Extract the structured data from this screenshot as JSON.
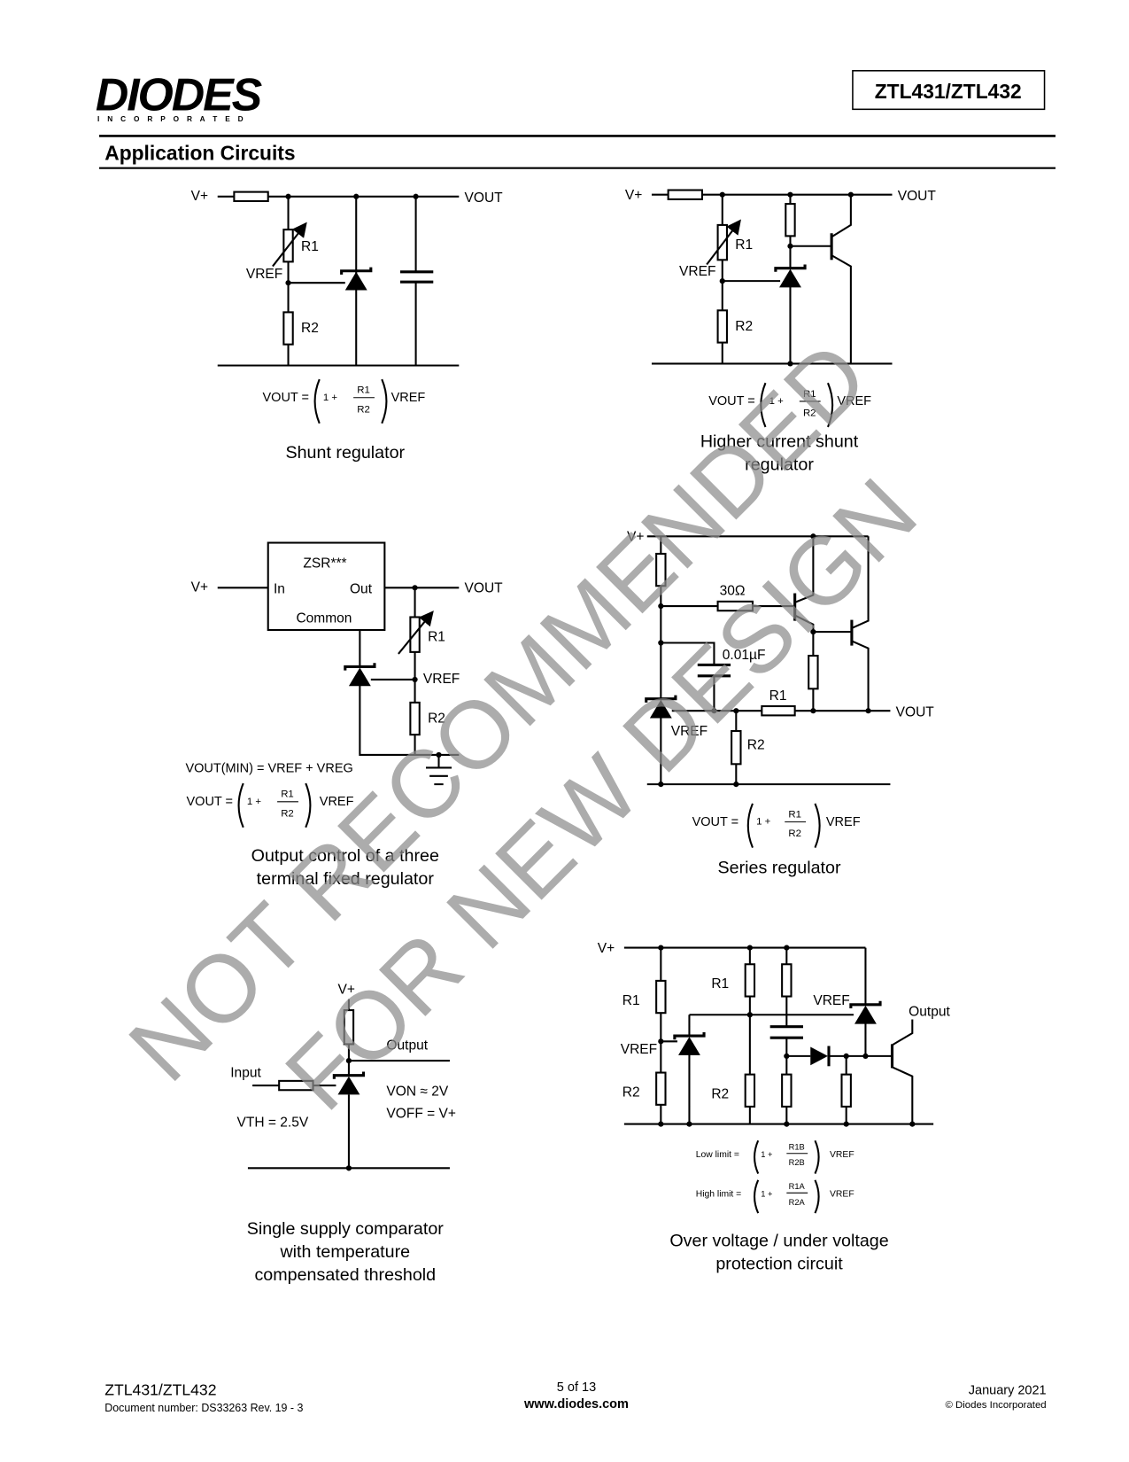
{
  "header": {
    "logo": "DIODES",
    "logo_sub": "I N C O R P O R A T E D",
    "part_number": "ZTL431/ZTL432",
    "brand_color": "#1d4f9e"
  },
  "section_title": "Application Circuits",
  "watermark": {
    "line1": "NOT RECOMMENDED",
    "line2": "FOR NEW DESIGN"
  },
  "circuits": {
    "shunt": {
      "vplus": "V+",
      "vout": "VOUT",
      "r1": "R1",
      "r2": "R2",
      "vref": "VREF",
      "formula": {
        "lhs": "VOUT =",
        "one_plus": "1 +",
        "num": "R1",
        "den": "R2",
        "rhs": "VREF"
      },
      "caption": "Shunt regulator"
    },
    "higher_current": {
      "vplus": "V+",
      "vout": "VOUT",
      "r1": "R1",
      "r2": "R2",
      "vref": "VREF",
      "formula": {
        "lhs": "VOUT =",
        "one_plus": "1 +",
        "num": "R1",
        "den": "R2",
        "rhs": "VREF"
      },
      "caption_line1": "Higher current shunt",
      "caption_line2": "regulator"
    },
    "output_control": {
      "vplus": "V+",
      "vout": "VOUT",
      "block_name": "ZSR***",
      "in": "In",
      "out": "Out",
      "common": "Common",
      "r1": "R1",
      "r2": "R2",
      "vref": "VREF",
      "formula_min": "VOUT(MIN) = VREF + VREG",
      "formula": {
        "lhs": "VOUT =",
        "one_plus": "1 +",
        "num": "R1",
        "den": "R2",
        "rhs": "VREF"
      },
      "caption_line1": "Output control of a three",
      "caption_line2": "terminal fixed regulator"
    },
    "series": {
      "vplus": "V+",
      "vout": "VOUT",
      "r_base": "30Ω",
      "cap": "0.01µF",
      "r1": "R1",
      "r2": "R2",
      "vref": "VREF",
      "formula": {
        "lhs": "VOUT =",
        "one_plus": "1 +",
        "num": "R1",
        "den": "R2",
        "rhs": "VREF"
      },
      "caption": "Series regulator"
    },
    "comparator": {
      "vplus": "V+",
      "output": "Output",
      "input": "Input",
      "vth": "VTH = 2.5V",
      "von": "VON ≈ 2V",
      "voff": "VOFF = V+",
      "caption_line1": "Single supply comparator",
      "caption_line2": "with temperature",
      "caption_line3": "compensated threshold"
    },
    "protection": {
      "vplus": "V+",
      "r1_left": "R1",
      "vref_left": "VREF",
      "r2_left": "R2",
      "r1_mid": "R1",
      "r2_mid": "R2",
      "vref_right": "VREF",
      "output": "Output",
      "low_limit": {
        "lhs": "Low limit =",
        "one_plus": "1 +",
        "num": "R1B",
        "den": "R2B",
        "rhs": "VREF"
      },
      "high_limit": {
        "lhs": "High limit =",
        "one_plus": "1 +",
        "num": "R1A",
        "den": "R2A",
        "rhs": "VREF"
      },
      "caption_line1": "Over voltage / under voltage",
      "caption_line2": "protection circuit"
    }
  },
  "footer": {
    "part": "ZTL431/ZTL432",
    "doc_number": "Document number: DS33263  Rev. 19 - 3",
    "page": "5 of 13",
    "website": "www.diodes.com",
    "date": "January 2021",
    "copyright": "© Diodes Incorporated"
  }
}
